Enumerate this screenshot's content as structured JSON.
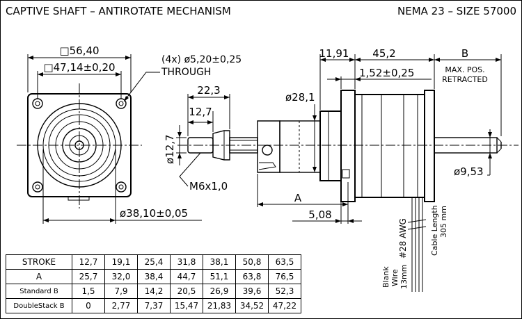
{
  "title_left": "CAPTIVE SHAFT – ANTIROTATE MECHANISM",
  "title_right": "NEMA 23 – SIZE 57000",
  "front_view": {
    "dim_outer_square": "□56,40",
    "dim_hole_square": "□47,14±0,20",
    "hole_note_line1": "(4x) ø5,20±0,25",
    "hole_note_line2": "THROUGH",
    "pilot_diameter": "ø38,10±0,05"
  },
  "side_view": {
    "dim_22_3": "22,3",
    "dim_12_7_top": "12,7",
    "dim_12_7_vertical": "ø12,7",
    "thread": "M6x1,0",
    "dim_28_1": "ø28,1",
    "dim_11_91": "11,91",
    "dim_45_2": "45,2",
    "dim_B": "B",
    "max_pos_line1": "MAX. POS.",
    "max_pos_line2": "RETRACTED",
    "dim_1_52": "1,52±0,25",
    "dim_9_53": "ø9,53",
    "dim_A": "A",
    "dim_5_08": "5,08",
    "wire_gauge": "#28 AWG",
    "cable_length_line1": "Cable Length",
    "cable_length_line2": "305 mm",
    "blank_wire_line1": "Blank",
    "blank_wire_line2": "Wire",
    "blank_wire_line3": "13mm"
  },
  "spec_table": {
    "rows": [
      {
        "label": "STROKE",
        "small": false,
        "values": [
          "12,7",
          "19,1",
          "25,4",
          "31,8",
          "38,1",
          "50,8",
          "63,5"
        ]
      },
      {
        "label": "A",
        "small": false,
        "values": [
          "25,7",
          "32,0",
          "38,4",
          "44,7",
          "51,1",
          "63,8",
          "76,5"
        ]
      },
      {
        "label": "Standard B",
        "small": true,
        "values": [
          "1,5",
          "7,9",
          "14,2",
          "20,5",
          "26,9",
          "39,6",
          "52,3"
        ]
      },
      {
        "label": "DoubleStack B",
        "small": true,
        "values": [
          "0",
          "2,77",
          "7,37",
          "15,47",
          "21,83",
          "34,52",
          "47,22"
        ]
      }
    ]
  }
}
